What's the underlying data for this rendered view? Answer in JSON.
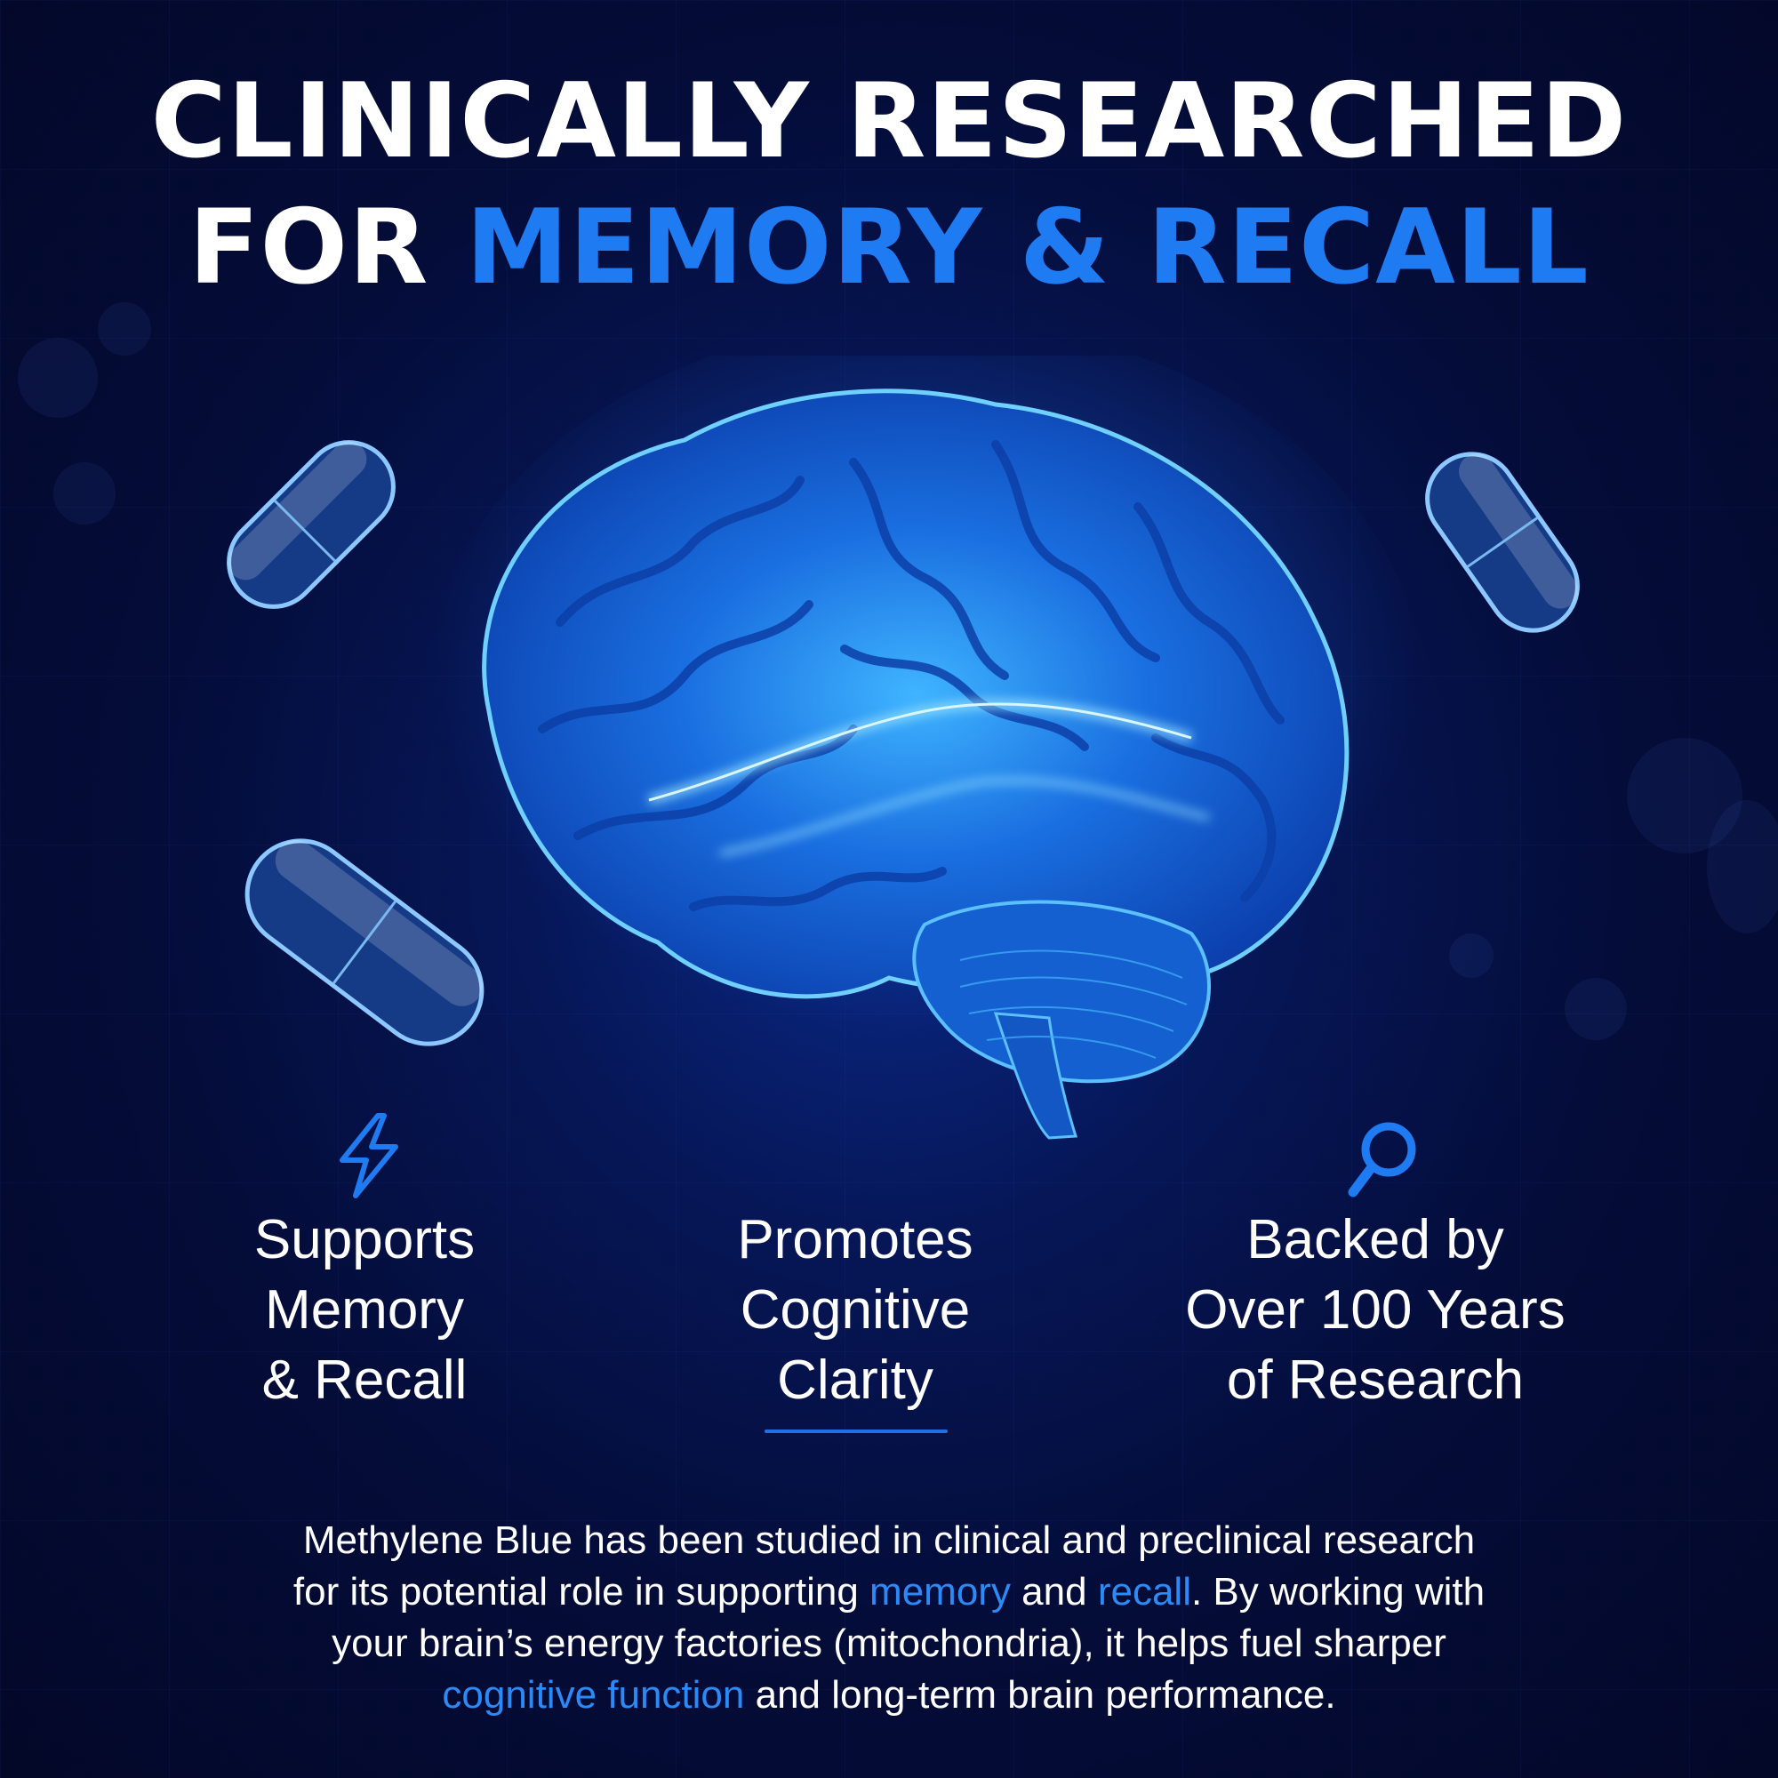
{
  "headline": {
    "line1": "CLINICALLY RESEARCHED",
    "line2_prefix": "FOR ",
    "line2_accent": "MEMORY & RECALL"
  },
  "features": [
    {
      "icon": "lightning-bolt-icon",
      "lines": [
        "Supports",
        "Memory",
        "& Recall"
      ]
    },
    {
      "icon": "",
      "lines": [
        "Promotes",
        "Cognitive",
        "Clarity"
      ]
    },
    {
      "icon": "magnifying-glass-icon",
      "lines": [
        "Backed by",
        "Over 100 Years",
        "of Research"
      ]
    }
  ],
  "body": {
    "line1": "Methylene Blue has been studied in clinical and preclinical research",
    "line2_a": "for its potential role in supporting ",
    "line2_hl1": "memory",
    "line2_b": " and ",
    "line2_hl2": "recall",
    "line2_c": ". By working with",
    "line3": "your brain’s energy factories (mitochondria), it helps fuel sharper",
    "line4_hl": "cognitive function",
    "line4_rest": " and long-term brain performance."
  },
  "colors": {
    "background": "#040c38",
    "accent": "#1f7bf2",
    "text": "#ffffff"
  }
}
